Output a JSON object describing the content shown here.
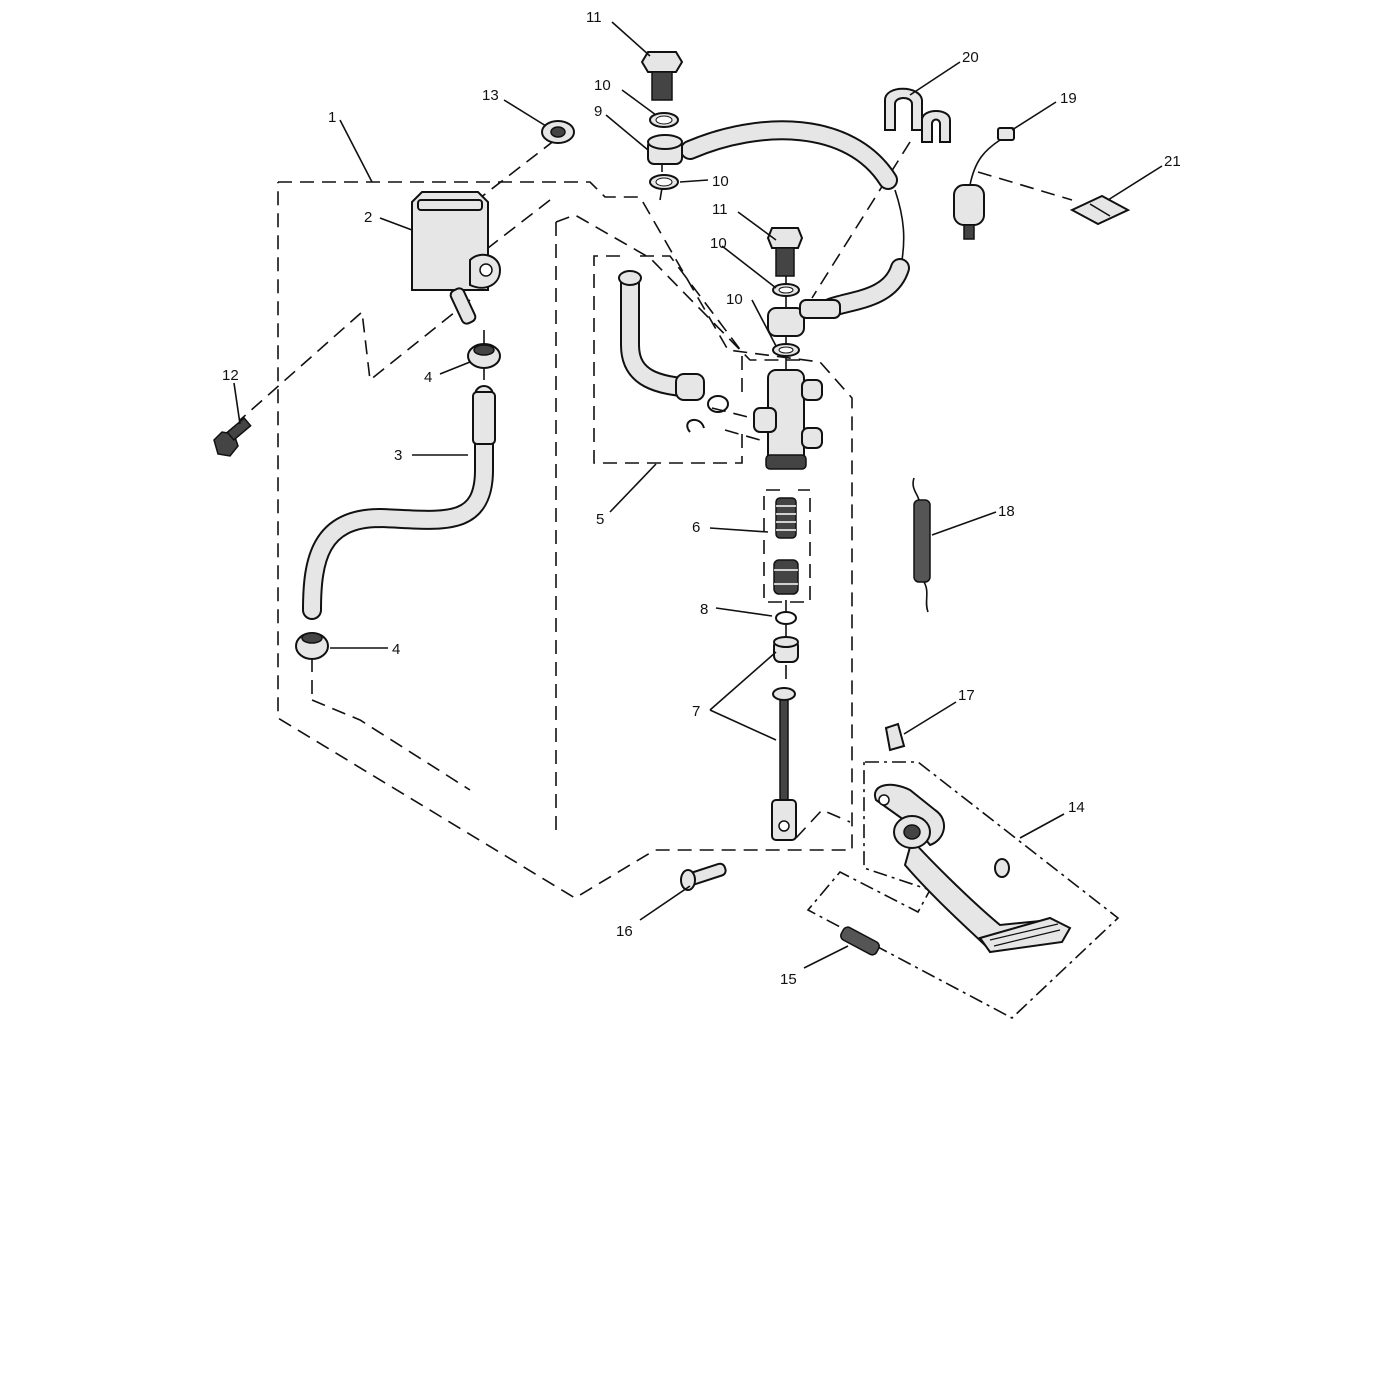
{
  "callouts": [
    {
      "id": "c11a",
      "text": "11"
    },
    {
      "id": "c10a",
      "text": "10"
    },
    {
      "id": "c9",
      "text": "9"
    },
    {
      "id": "c10b",
      "text": "10"
    },
    {
      "id": "c20",
      "text": "20"
    },
    {
      "id": "c19",
      "text": "19"
    },
    {
      "id": "c21",
      "text": "21"
    },
    {
      "id": "c13",
      "text": "13"
    },
    {
      "id": "c1",
      "text": "1"
    },
    {
      "id": "c2",
      "text": "2"
    },
    {
      "id": "c11b",
      "text": "11"
    },
    {
      "id": "c10c",
      "text": "10"
    },
    {
      "id": "c10d",
      "text": "10"
    },
    {
      "id": "c12",
      "text": "12"
    },
    {
      "id": "c4a",
      "text": "4"
    },
    {
      "id": "c3",
      "text": "3"
    },
    {
      "id": "c5",
      "text": "5"
    },
    {
      "id": "c6",
      "text": "6"
    },
    {
      "id": "c18",
      "text": "18"
    },
    {
      "id": "c8",
      "text": "8"
    },
    {
      "id": "c4b",
      "text": "4"
    },
    {
      "id": "c7",
      "text": "7"
    },
    {
      "id": "c17",
      "text": "17"
    },
    {
      "id": "c14",
      "text": "14"
    },
    {
      "id": "c16",
      "text": "16"
    },
    {
      "id": "c15",
      "text": "15"
    }
  ]
}
